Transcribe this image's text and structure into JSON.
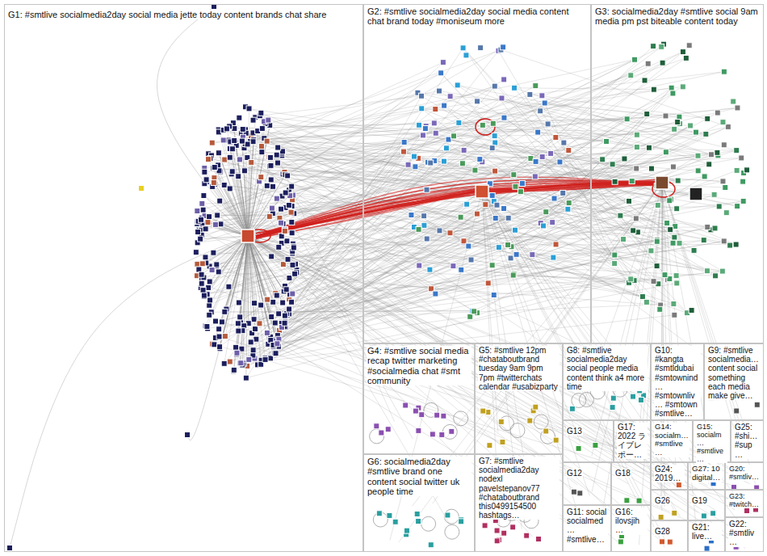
{
  "diagram": {
    "nodes": [
      {
        "text": [
          "G1: #smtlive socialmedia2day social media jette today content brands chat share"
        ]
      },
      {
        "text": [
          "G2: #smtlive socialmedia2day social media content chat brand today #moniseum more"
        ]
      },
      {
        "text": [
          "G3: socialmedia2day #smtlive social 9am media pm pst biteable content today"
        ]
      },
      {
        "text": [
          "G4: #smtlive social media recap twitter marketing #socialmedia chat #smt community"
        ]
      },
      {
        "text": [
          "G5: #smtlive 12pm #chataboutbrand tuesday 9am 9pm 7pm #twitterchats calendar #usabizparty"
        ]
      },
      {
        "text": [
          "G8: #smtlive socialmedia2day social people media content think a4 more time"
        ]
      },
      {
        "text": [
          "G10: #kangta #smtldubai #smtownind… #smtownliv… #smtown #smtlive…"
        ]
      },
      {
        "text": [
          "G9: #smtlive socialmedia… content social something each media make give…"
        ]
      },
      {
        "text": [
          "G13"
        ]
      },
      {
        "text": [
          "G17: 2022 ライブレポー…"
        ]
      },
      {
        "text": [
          "G14: socialm… #smtlive…"
        ]
      },
      {
        "text": [
          "G15: socialm… #smtlive…"
        ]
      },
      {
        "text": [
          "G25: #shi… #sup…"
        ]
      },
      {
        "text": [
          "G6: socialmedia2day #smtlive brand one content social twitter uk people time"
        ]
      },
      {
        "text": [
          "G7: #smtlive socialmedia2day nodexl pavelstepanov77 #chataboutbrand this0499154500 hashtags…"
        ]
      },
      {
        "text": [
          "G12"
        ]
      },
      {
        "text": [
          "G18"
        ]
      },
      {
        "text": [
          "G24: 2019…"
        ]
      },
      {
        "text": [
          "G27: 10 digital…"
        ]
      },
      {
        "text": [
          "G20: #smtliv…"
        ]
      },
      {
        "text": [
          "G26"
        ]
      },
      {
        "text": [
          "G19"
        ]
      },
      {
        "text": [
          "G23: #twitch…"
        ]
      },
      {
        "text": [
          "G11: social socialmed… #smtlive…"
        ]
      },
      {
        "text": [
          "G16: ilovsjih…"
        ]
      },
      {
        "text": [
          "G28"
        ]
      },
      {
        "text": [
          "G21: live…"
        ]
      },
      {
        "text": [
          "G22: #smtliv…"
        ]
      }
    ]
  }
}
